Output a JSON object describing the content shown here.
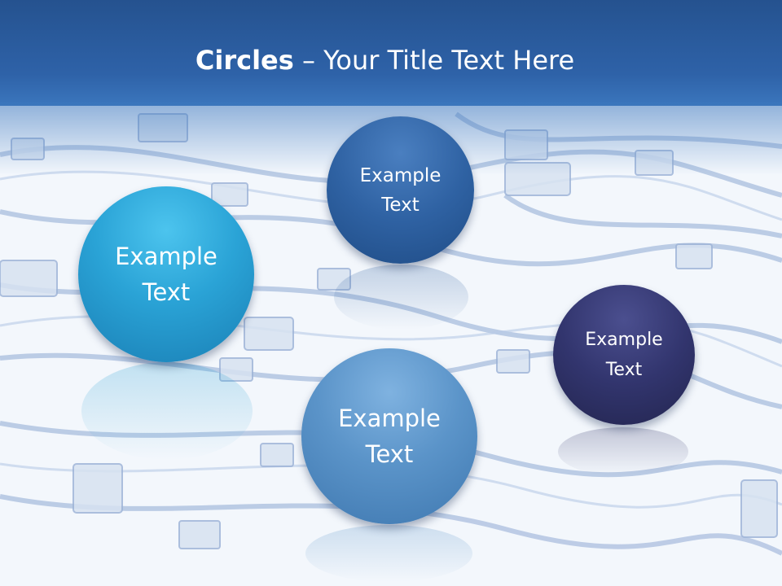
{
  "title": {
    "bold": "Circles",
    "rest": " – Your Title Text Here"
  },
  "circles": [
    {
      "text": "Example\nText",
      "color": "#2a9fd2"
    },
    {
      "text": "Example\nText",
      "color": "#2e5f9f"
    },
    {
      "text": "Example\nText",
      "color": "#5a93c8"
    },
    {
      "text": "Example\nText",
      "color": "#2f3166"
    }
  ],
  "colors": {
    "header": "#2e62a8",
    "background": "#f3f7fc",
    "cable": "#4f79b8"
  }
}
